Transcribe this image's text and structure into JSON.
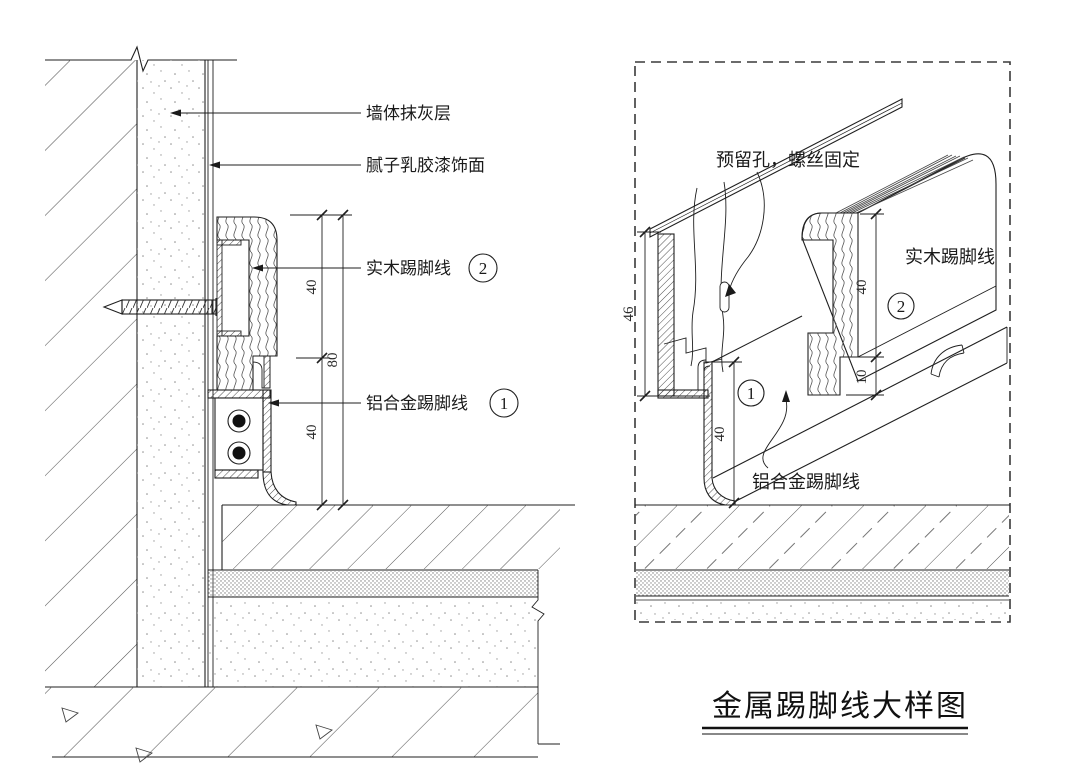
{
  "colors": {
    "ink": "#1f1f1f",
    "background": "#ffffff"
  },
  "title": {
    "text": "金属踢脚线大样图"
  },
  "left_view": {
    "labels": {
      "plaster": "墙体抹灰层",
      "putty_paint": "腻子乳胶漆饰面",
      "wood_skirting": "实木踢脚线",
      "aluminum_skirting": "铝合金踢脚线"
    },
    "callouts": {
      "wood": "2",
      "aluminum": "1"
    },
    "dims": {
      "upper": "40",
      "lower": "40",
      "total": "80"
    }
  },
  "right_view": {
    "labels": {
      "screw_note": "预留孔，螺丝固定",
      "wood_skirting": "实木踢脚线",
      "aluminum_skirting": "铝合金踢脚线"
    },
    "callouts": {
      "wood": "2",
      "aluminum": "1"
    },
    "dims": {
      "channel": "46",
      "aluminum_height": "40",
      "wood_height": "40",
      "notch": "10"
    }
  }
}
